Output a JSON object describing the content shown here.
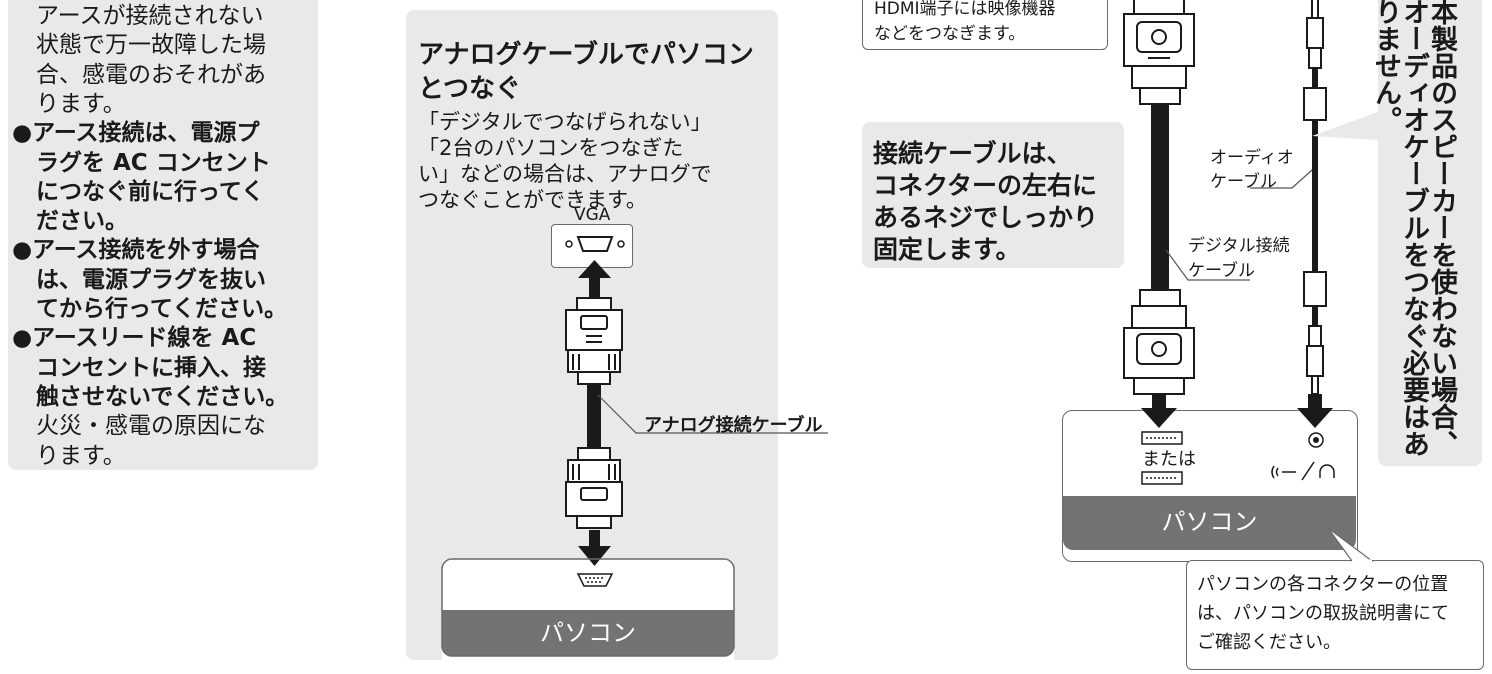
{
  "left_panel": {
    "lines": [
      "アースが接続されない",
      "状態で万一故障した場",
      "合、感電のおそれがあ",
      "ります。",
      "●アース接続は、電源プ",
      "ラグを AC コンセント",
      "につなぐ前に行ってく",
      "ださい。",
      "●アース接続を外す場合",
      "は、電源プラグを抜い",
      "てから行ってください。",
      "●アースリード線を AC",
      "コンセントに挿入、接",
      "触させないでください。",
      "火災・感電の原因にな",
      "ります。"
    ]
  },
  "analog_panel": {
    "title_line1": "アナログケーブルでパソコン",
    "title_line2": "とつなぐ",
    "body_lines": [
      "「デジタルでつなげられない」",
      "「2台のパソコンをつなぎた",
      "い」などの場合は、アナログで",
      "つなぐことができます。"
    ],
    "port_label": "VGA",
    "cable_label": "アナログ接続ケーブル",
    "pc_label": "パソコン"
  },
  "digital_section": {
    "hdmi_note_line1": "HDMI端子には映像機器",
    "hdmi_note_line2": "などをつなぎます。",
    "callout_lines": [
      "接続ケーブルは、",
      "コネクターの左右に",
      "あるネジでしっかり",
      "固定します。"
    ],
    "audio_cable_line1": "オーディオ",
    "audio_cable_line2": "ケーブル",
    "digital_cable_line1": "デジタル接続",
    "digital_cable_line2": "ケーブル",
    "or_label": "または",
    "pc_label": "パソコン",
    "location_note_lines": [
      "パソコンの各コネクターの位置",
      "は、パソコンの取扱説明書にて",
      "ご確認ください。"
    ]
  },
  "vertical_note": {
    "col1": "本製品のスピーカーを使わない場合、",
    "col2": "オーディオケーブルをつなぐ必要はあ",
    "col3": "りません。"
  },
  "colors": {
    "panel_gray": "#e9e9e9",
    "bar_gray": "#737373",
    "stroke": "#1a1a1a"
  }
}
